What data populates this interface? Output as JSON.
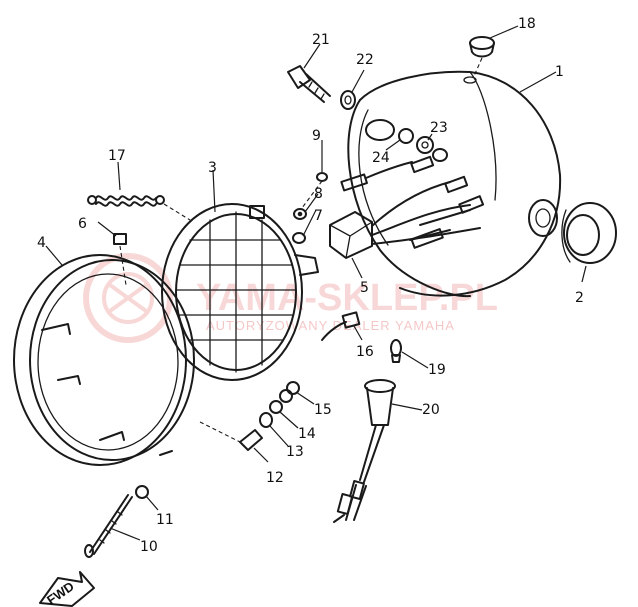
{
  "watermark": {
    "main": "YAMA-SKLEP.PL",
    "sub": "AUTORYZOWANY DEALER YAMAHA"
  },
  "fwd_label": "FWD",
  "callouts": [
    {
      "id": "1",
      "label": "1"
    },
    {
      "id": "2",
      "label": "2"
    },
    {
      "id": "3",
      "label": "3"
    },
    {
      "id": "4",
      "label": "4"
    },
    {
      "id": "5",
      "label": "5"
    },
    {
      "id": "6",
      "label": "6"
    },
    {
      "id": "7",
      "label": "7"
    },
    {
      "id": "8",
      "label": "8"
    },
    {
      "id": "9",
      "label": "9"
    },
    {
      "id": "10",
      "label": "10"
    },
    {
      "id": "11",
      "label": "11"
    },
    {
      "id": "12",
      "label": "12"
    },
    {
      "id": "13",
      "label": "13"
    },
    {
      "id": "14",
      "label": "14"
    },
    {
      "id": "15",
      "label": "15"
    },
    {
      "id": "16",
      "label": "16"
    },
    {
      "id": "17",
      "label": "17"
    },
    {
      "id": "18",
      "label": "18"
    },
    {
      "id": "19",
      "label": "19"
    },
    {
      "id": "20",
      "label": "20"
    },
    {
      "id": "21",
      "label": "21"
    },
    {
      "id": "22",
      "label": "22"
    },
    {
      "id": "23",
      "label": "23"
    },
    {
      "id": "24",
      "label": "24"
    }
  ]
}
